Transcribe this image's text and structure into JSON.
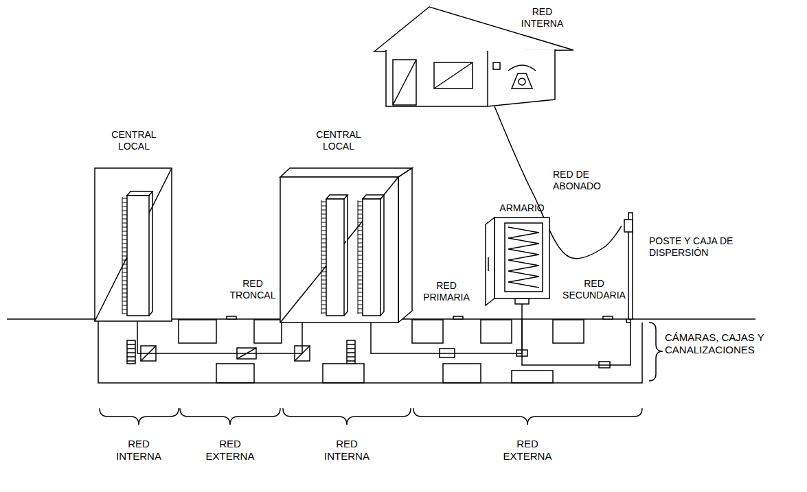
{
  "diagram": {
    "nodes": [
      {
        "text": [
          "RED INTERNA"
        ]
      },
      {
        "text": [
          "CENTRAL LOCAL"
        ]
      },
      {
        "text": [
          "CENTRAL LOCAL"
        ]
      },
      {
        "text": [
          "ARMARIO"
        ]
      },
      {
        "text": [
          "POSTE Y CAJA DE DISPERSIÓN"
        ]
      }
    ],
    "edges": [
      {
        "from": 1,
        "to": 2,
        "arrow": "none"
      },
      {
        "from": 2,
        "to": 3,
        "arrow": "none"
      },
      {
        "from": 3,
        "to": 4,
        "arrow": "none"
      },
      {
        "from": 4,
        "to": 0,
        "label": "RED DE ABONADO",
        "arrow": "none"
      }
    ],
    "labels": [
      "RED TRONCAL",
      "RED PRIMARIA",
      "RED SECUNDARIA",
      "CÁMARAS, CAJAS Y CANALIZACIONES",
      "RED INTERNA",
      "RED EXTERNA",
      "RED INTERNA",
      "RED EXTERNA"
    ]
  }
}
